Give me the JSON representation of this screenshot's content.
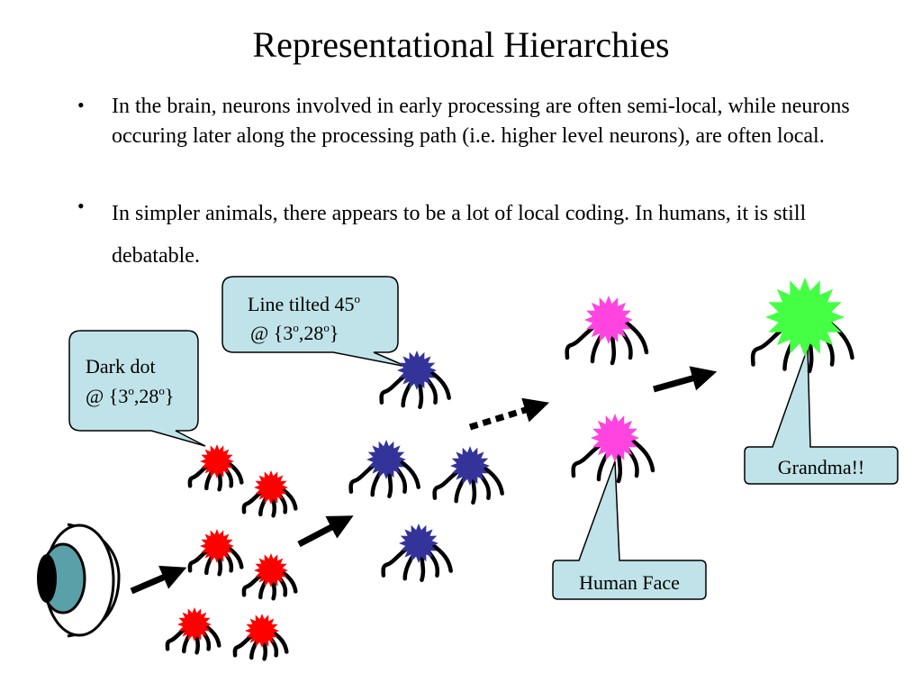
{
  "title": "Representational Hierarchies",
  "bullets": [
    {
      "symbol": "•",
      "text": "In the brain, neurons involved in early processing are often semi-local, while neurons occuring later along the processing path (i.e. higher level neurons), are often local."
    },
    {
      "symbol": "•",
      "text": "In simpler animals, there appears to be a lot of local coding.  In humans, it is still debatable."
    }
  ],
  "callouts": {
    "dark_dot": {
      "line1": "Dark dot",
      "line2_prefix": "@ {3",
      "line2_sup1": "o",
      "line2_mid": ",28",
      "line2_sup2": "o",
      "line2_suffix": "}"
    },
    "line_tilted": {
      "line1": "Line tilted 45",
      "line1_sup": "o",
      "line2_prefix": "@ {3",
      "line2_sup1": "o",
      "line2_mid": ",28",
      "line2_sup2": "o",
      "line2_suffix": "}"
    },
    "human_face": {
      "label": "Human Face"
    },
    "grandma": {
      "label": "Grandma!!"
    }
  },
  "colors": {
    "callout_fill": "#bfe3e8",
    "red_neuron": "#ff0000",
    "blue_neuron": "#333399",
    "pink_neuron": "#ff44e0",
    "green_neuron": "#44ff44",
    "eye_iris": "#5aa0a8"
  }
}
